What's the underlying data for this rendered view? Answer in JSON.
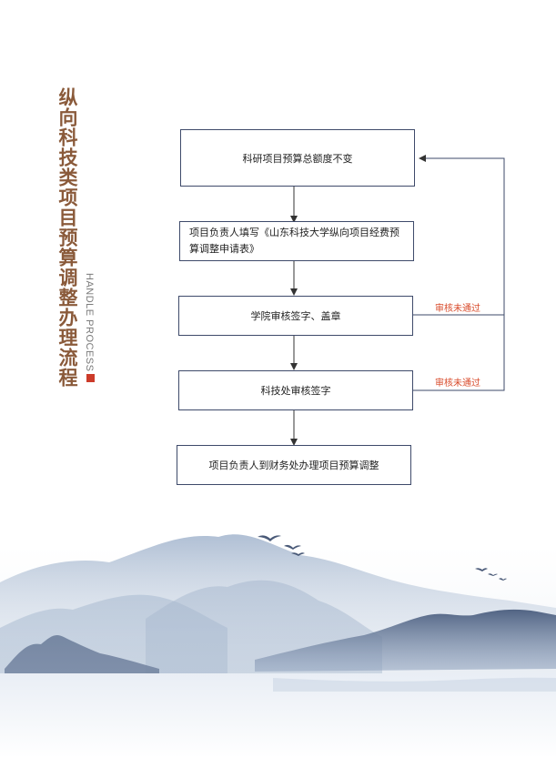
{
  "title": "纵向科技类项目预算调整办理流程",
  "subtitle": "HANDLE PROCESS",
  "flow": {
    "steps": [
      "科研项目预算总额度不变",
      "项目负责人填写《山东科技大学纵向项目经费预算调整申请表》",
      "学院审核签字、盖章",
      "科技处审核签字",
      "项目负责人到财务处办理项目预算调整"
    ],
    "reject_labels": [
      "审核未通过",
      "审核未通过"
    ]
  },
  "colors": {
    "title": "#8a5a3a",
    "accent_square": "#cc3b2a",
    "box_border": "#3e4a6a",
    "reject": "#d84a2a"
  }
}
